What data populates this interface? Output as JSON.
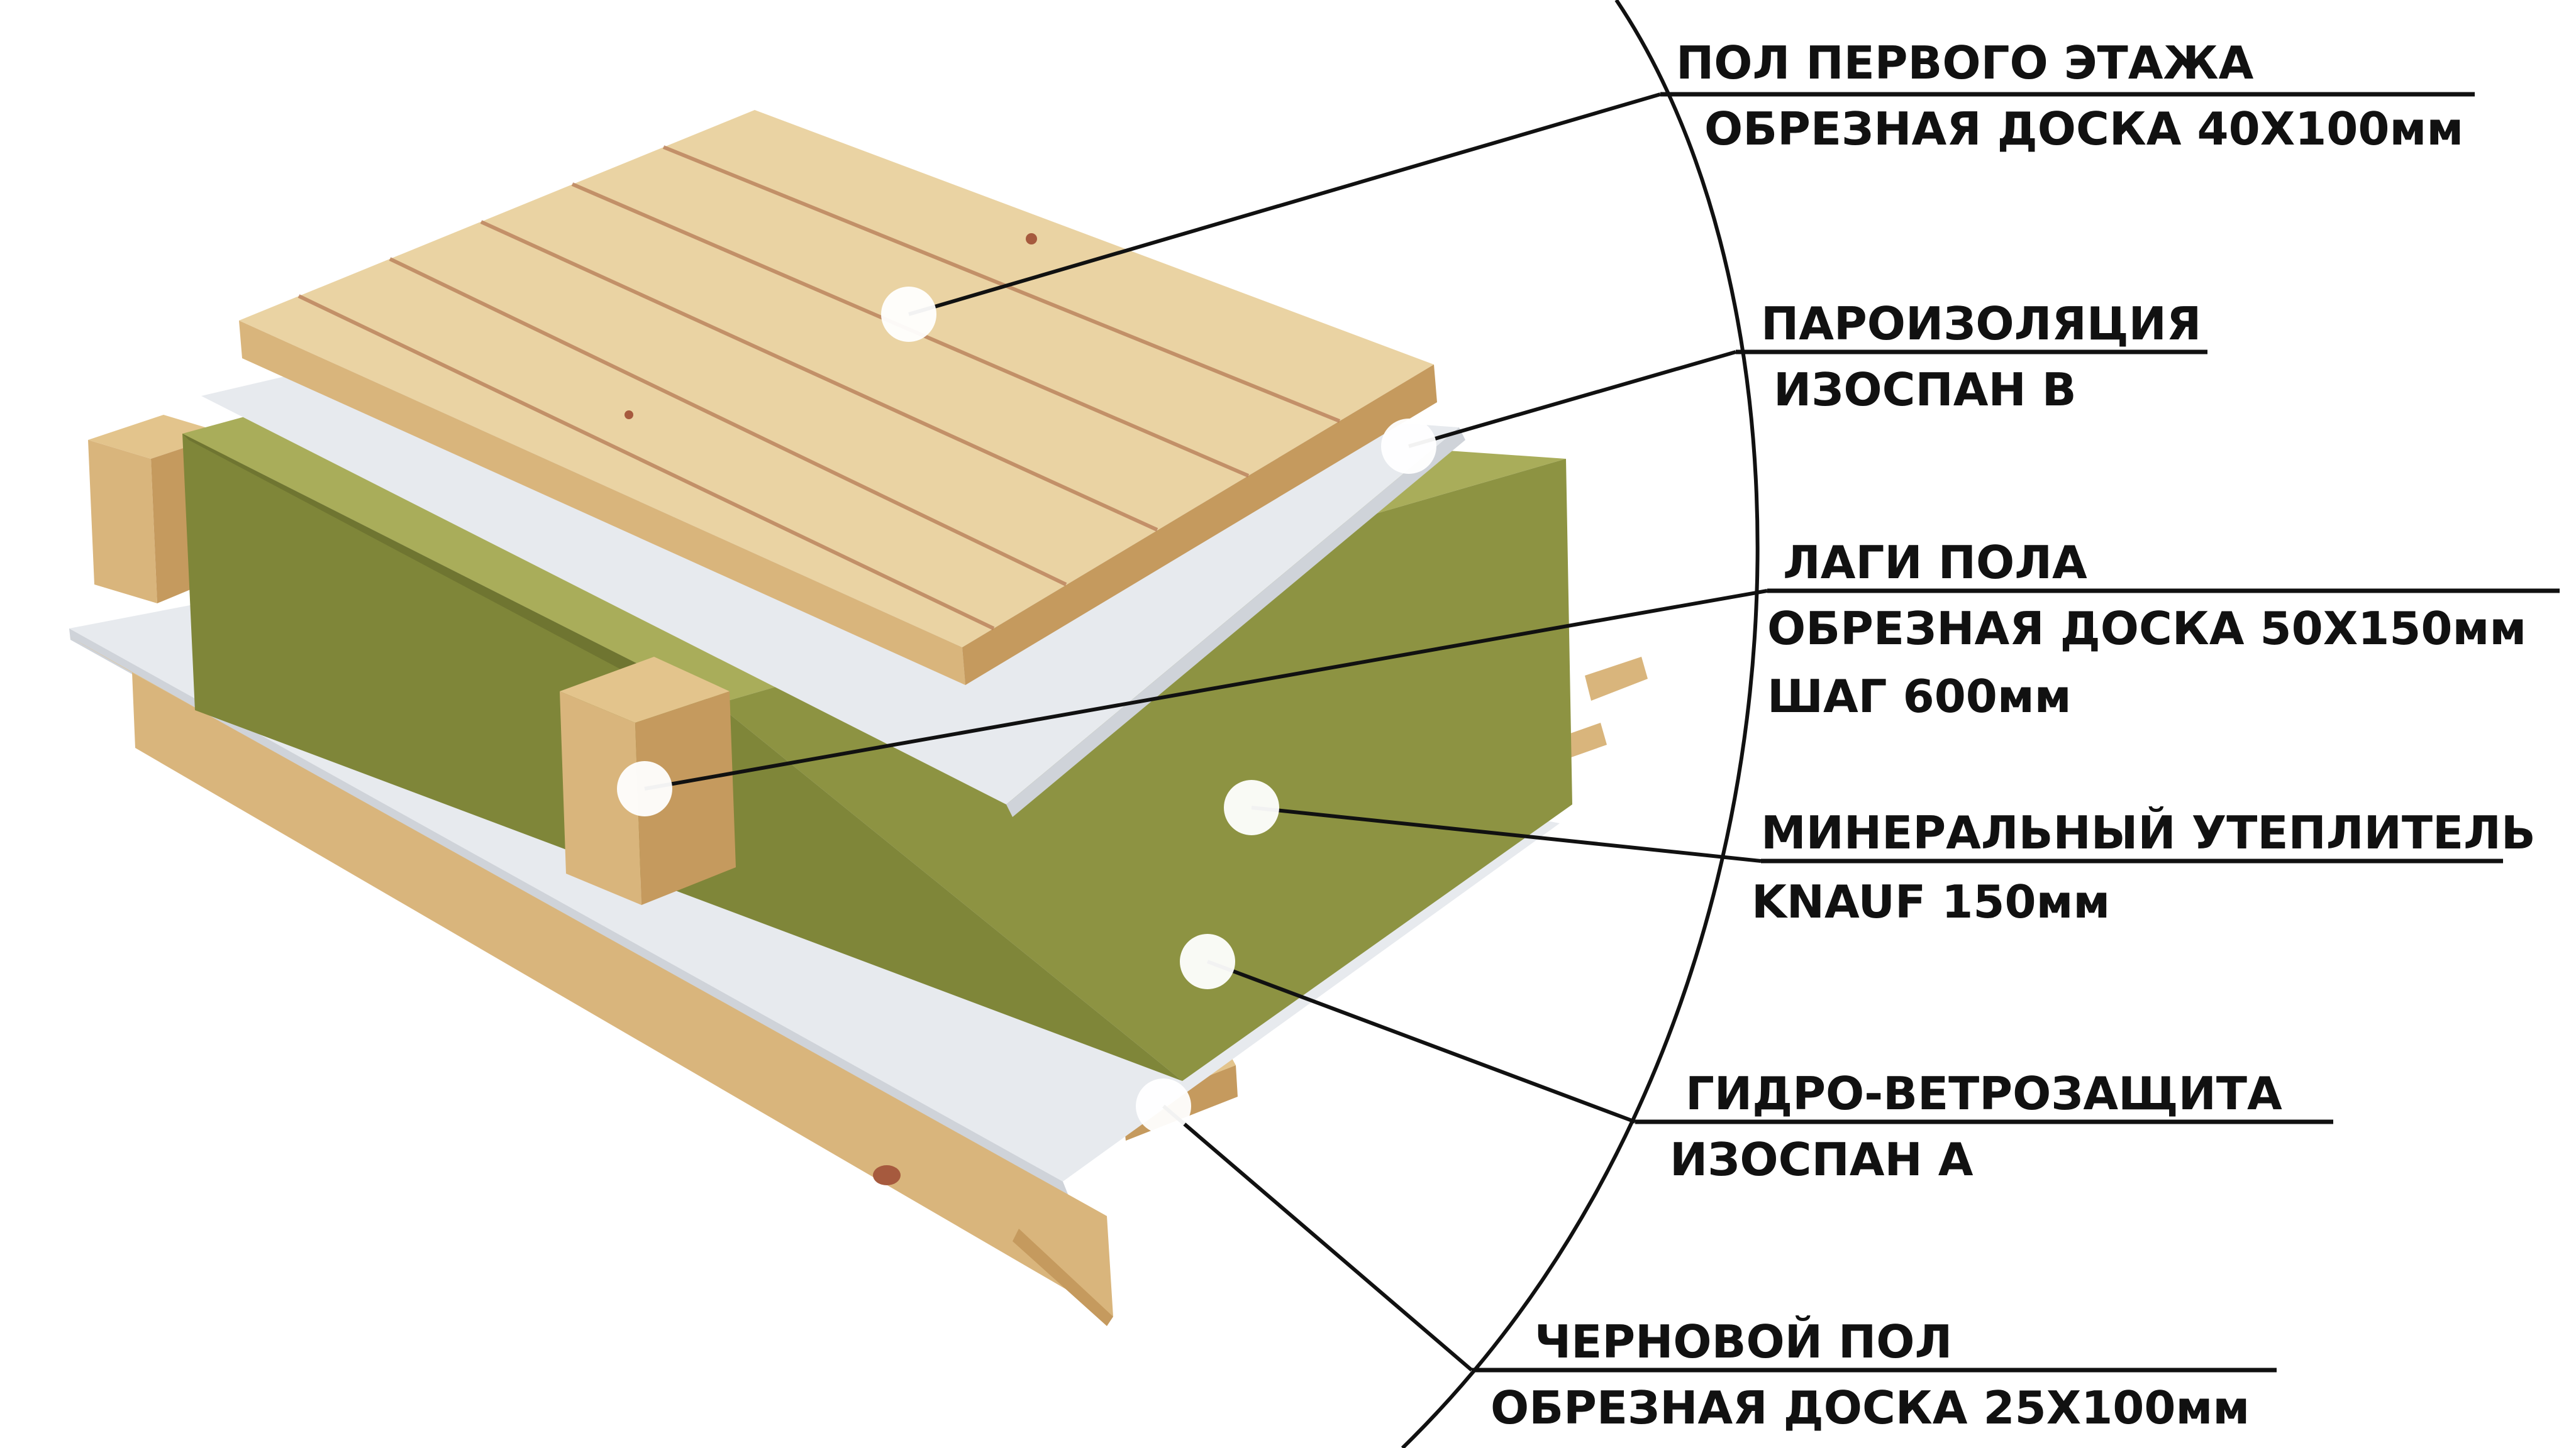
{
  "colors": {
    "wood_top": "#ead3a3",
    "wood_side": "#d9b57c",
    "wood_dark": "#c59a5e",
    "wood_grain": "#b57a55",
    "knot": "#a65a3e",
    "wool_top": "#a9ad5a",
    "wool_front": "#8d9342",
    "wool_dark": "#6f7531",
    "membrane": "#e7eaee",
    "membrane_shade": "#cfd3d9",
    "ink": "#111111",
    "marker": "#ffffff"
  },
  "layers": [
    {
      "id": "finish-floor",
      "title": "ПОЛ ПЕРВОГО ЭТАЖА",
      "lines": [
        "ОБРЕЗНАЯ ДОСКА 40Х100мм"
      ]
    },
    {
      "id": "vapor-barrier",
      "title": "ПАРОИЗОЛЯЦИЯ",
      "lines": [
        "ИЗОСПАН В"
      ]
    },
    {
      "id": "floor-joists",
      "title": "ЛАГИ ПОЛА",
      "lines": [
        "ОБРЕЗНАЯ ДОСКА 50Х150мм",
        "ШАГ 600мм"
      ]
    },
    {
      "id": "mineral-insulation",
      "title": "МИНЕРАЛЬНЫЙ УТЕПЛИТЕЛЬ",
      "lines": [
        "KNAUF 150мм"
      ]
    },
    {
      "id": "wind-water-barrier",
      "title": "ГИДРО-ВЕТРОЗАЩИТА",
      "lines": [
        "ИЗОСПАН А"
      ]
    },
    {
      "id": "subfloor",
      "title": "ЧЕРНОВОЙ ПОЛ",
      "lines": [
        "ОБРЕЗНАЯ ДОСКА 25Х100мм"
      ]
    }
  ]
}
